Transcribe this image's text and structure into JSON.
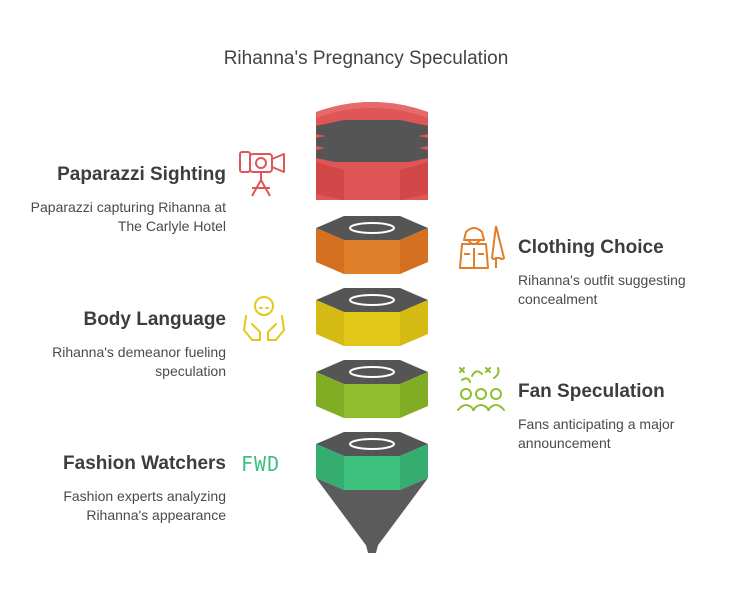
{
  "title": "Rihanna's Pregnancy Speculation",
  "items": [
    {
      "title": "Paparazzi Sighting",
      "desc": "Paparazzi capturing Rihanna at The Carlyle Hotel",
      "icon": "camera-icon",
      "color": "#e05555"
    },
    {
      "title": "Clothing Choice",
      "desc": "Rihanna's outfit suggesting concealment",
      "icon": "raincoat-umbrella-icon",
      "color": "#e07f2a"
    },
    {
      "title": "Body Language",
      "desc": "Rihanna's demeanor fueling speculation",
      "icon": "person-hands-icon",
      "color": "#e3c81a"
    },
    {
      "title": "Fan Speculation",
      "desc": "Fans anticipating a major announcement",
      "icon": "fans-celebrating-icon",
      "color": "#8fbf2e"
    },
    {
      "title": "Fashion Watchers",
      "desc": "Fashion experts analyzing Rihanna's appearance",
      "icon": "fwd-text-icon",
      "icon_text": "FWD",
      "color": "#3fc17e"
    }
  ],
  "colors": {
    "cap": "#555555",
    "tip": "#5b5b5b"
  }
}
